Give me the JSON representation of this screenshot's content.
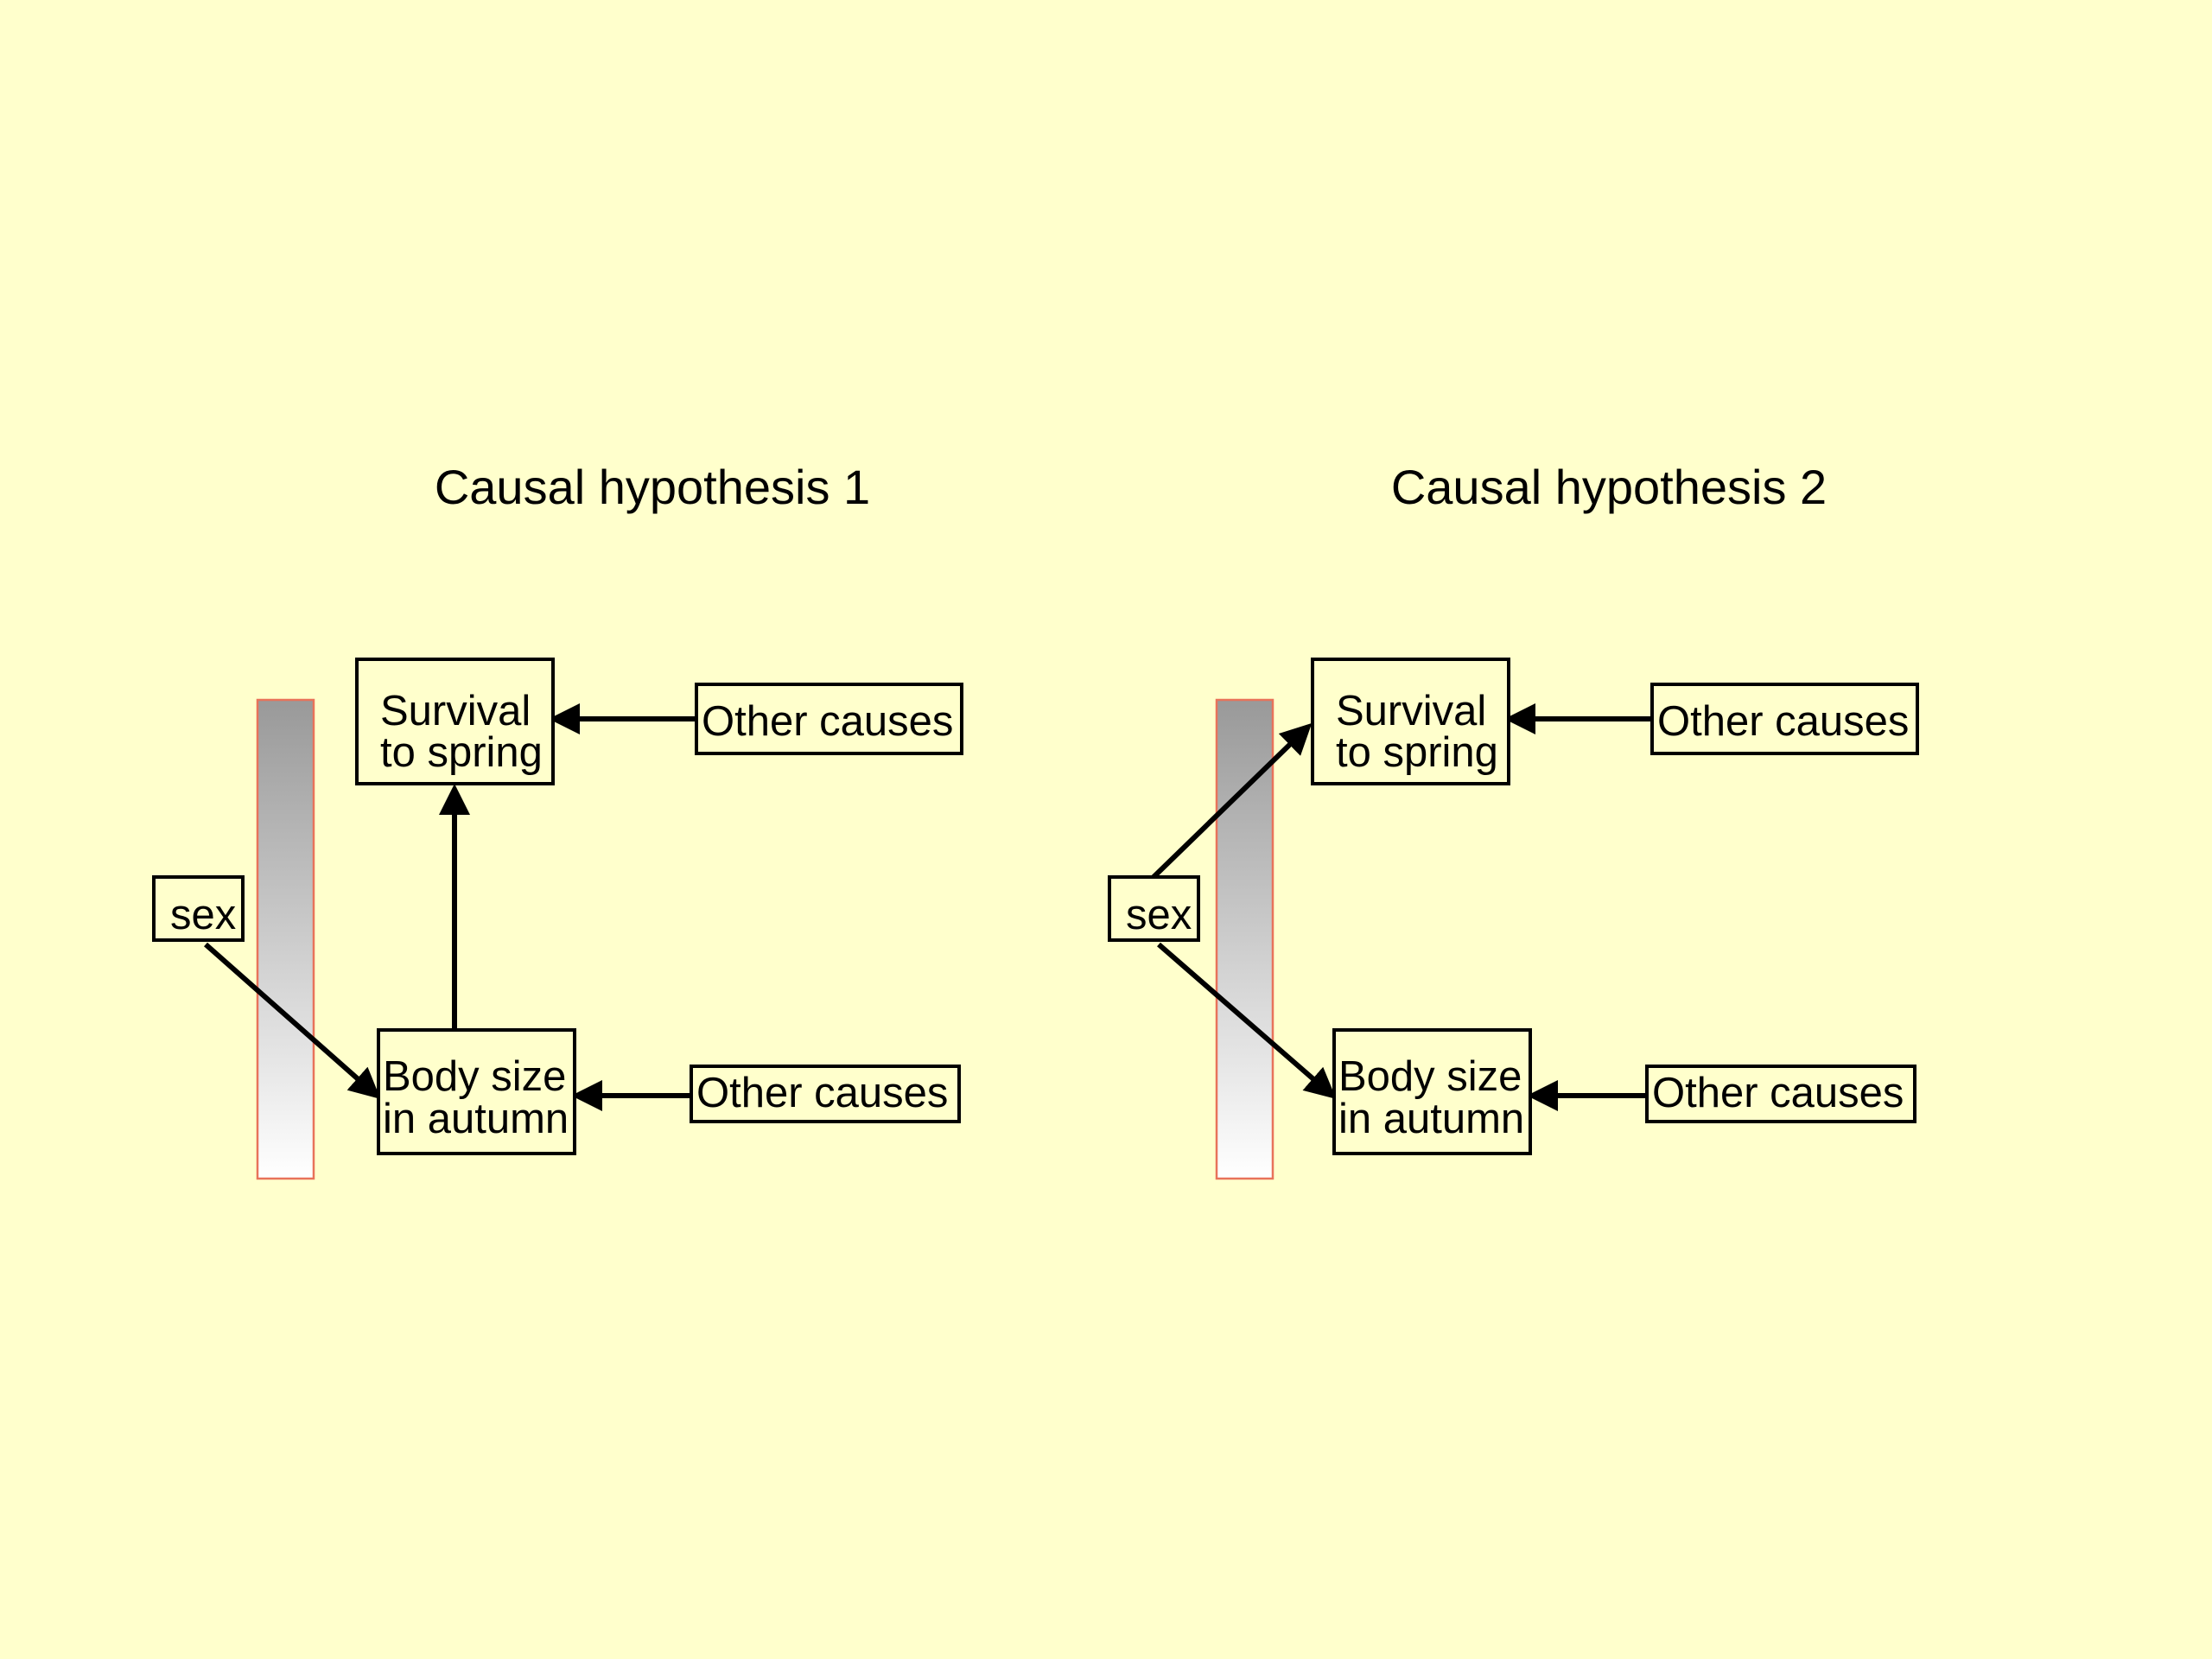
{
  "colors": {
    "background": "#FFFFCC",
    "line": "#000000",
    "bar_top": "#999999",
    "bar_bottom": "#FFFFFF",
    "bar_border": "#E8735A"
  },
  "diagrams": [
    {
      "title": "Causal hypothesis 1",
      "nodes": {
        "survival": [
          "Survival",
          "to spring"
        ],
        "body_size": [
          "Body size",
          "in autumn"
        ],
        "sex": "sex",
        "other_top": "Other causes",
        "other_bottom": "Other causes"
      },
      "edges": [
        "sex -> Body size in autumn",
        "Body size in autumn -> Survival to spring",
        "Other causes -> Survival to spring",
        "Other causes -> Body size in autumn"
      ]
    },
    {
      "title": "Causal hypothesis 2",
      "nodes": {
        "survival": [
          "Survival",
          "to spring"
        ],
        "body_size": [
          "Body size",
          "in autumn"
        ],
        "sex": "sex",
        "other_top": "Other causes",
        "other_bottom": "Other causes"
      },
      "edges": [
        "sex -> Survival to spring",
        "sex -> Body size in autumn",
        "Other causes -> Survival to spring",
        "Other causes -> Body size in autumn"
      ]
    }
  ]
}
